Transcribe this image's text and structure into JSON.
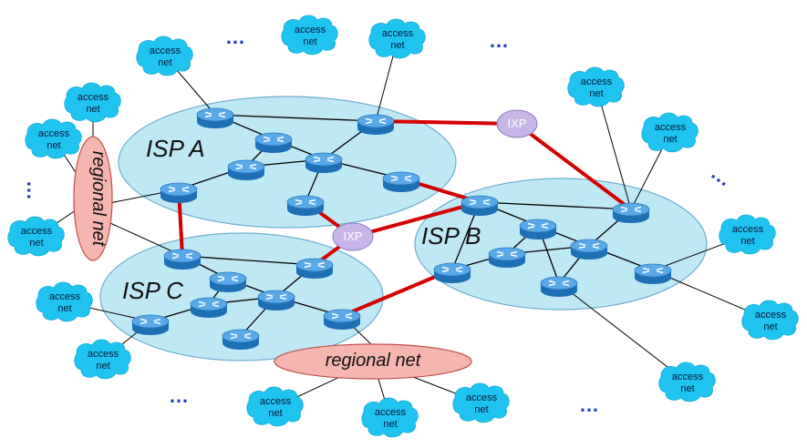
{
  "isps": [
    {
      "label": "ISP A"
    },
    {
      "label": "ISP B"
    },
    {
      "label": "ISP C"
    }
  ],
  "regional_nets": [
    {
      "label": "regional net"
    },
    {
      "label": "regional net"
    }
  ],
  "ixps": [
    {
      "label": "IXP"
    },
    {
      "label": "IXP"
    }
  ],
  "access_net": {
    "line1": "access",
    "line2": "net"
  },
  "ellipsis": "…",
  "colors": {
    "isp_fill": "#bfe8f5",
    "isp_stroke": "#6aaed0",
    "regional_fill": "#f6b6b0",
    "regional_stroke": "#c0504d",
    "ixp_fill": "#c7b5e8",
    "interconnect": "#d40000",
    "router_top": "#5aa8e8",
    "router_body": "#1f6fb5",
    "cloud": "#1ec3f0",
    "link": "#000000",
    "ellipsis": "#1f3fbf"
  }
}
